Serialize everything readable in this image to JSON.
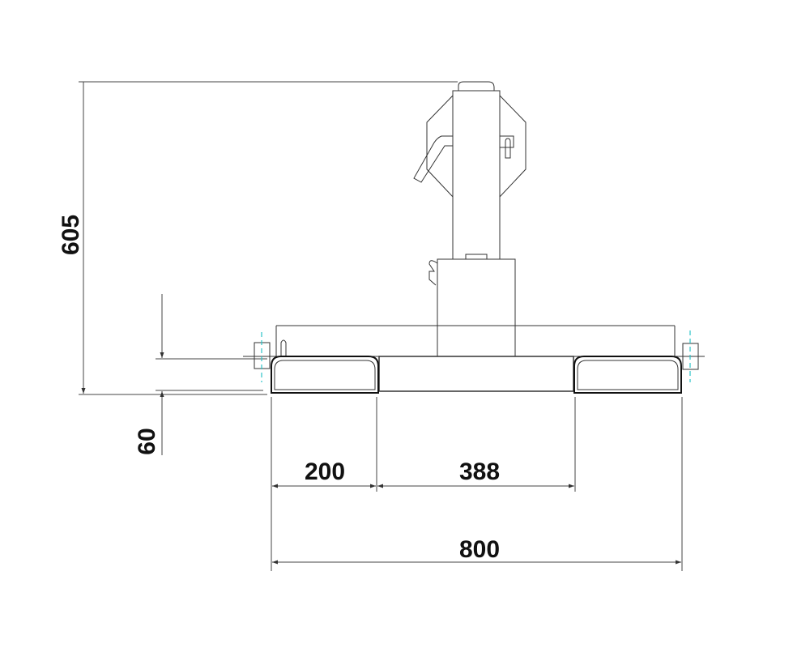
{
  "dimensions": {
    "height_total": "605",
    "fork_height": "60",
    "fork_width": "200",
    "fork_gap": "388",
    "overall_width": "800"
  },
  "colors": {
    "lines": "#333333",
    "centerline": "#2cc3c8",
    "background": "#ffffff"
  }
}
